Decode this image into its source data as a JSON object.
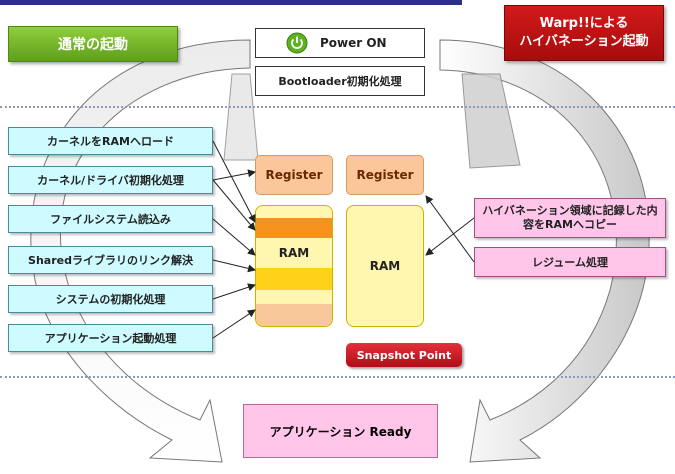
{
  "header": {
    "normal_boot_label": "通常の起動",
    "warp_boot_line1": "Warp!!による",
    "warp_boot_line2": "ハイバネーション起動"
  },
  "boot": {
    "power_on": "Power ON",
    "bootloader": "Bootloader初期化処理"
  },
  "normal_steps": [
    "カーネルをRAMへロード",
    "カーネル/ドライバ初期化処理",
    "ファイルシステム読込み",
    "Sharedライブラリのリンク解決",
    "システムの初期化処理",
    "アプリケーション起動処理"
  ],
  "memory": {
    "register_left": "Register",
    "register_right": "Register",
    "ram_left": "RAM",
    "ram_right": "RAM"
  },
  "warp_steps": [
    "ハイバネーション領域に記録した内容をRAMへコピー",
    "レジューム処理"
  ],
  "snapshot_label": "Snapshot Point",
  "ready_label": "アプリケーション Ready",
  "colors": {
    "normal_accent": "#6aae25",
    "warp_accent": "#c41212",
    "step_fill": "#cdfbff",
    "warp_step_fill": "#ffc6ea",
    "ram_fill": "#fff7b0",
    "ram_band_orange": "#f6921e",
    "ram_band_yellow": "#ffd21a",
    "ram_band_peach": "#f8c79a"
  }
}
